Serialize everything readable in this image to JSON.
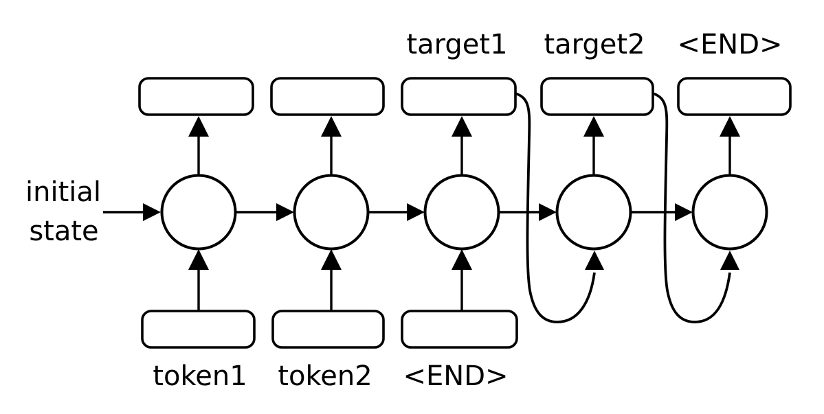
{
  "colors": {
    "background": "#ffffff",
    "stroke": "#000000",
    "text": "#000000"
  },
  "labels": {
    "initial_state_line1": "initial",
    "initial_state_line2": "state",
    "output_label_1": "target1",
    "output_label_2": "target2",
    "output_label_3": "<END>",
    "input_label_1": "token1",
    "input_label_2": "token2",
    "input_label_3": "<END>"
  },
  "structure": {
    "type": "unrolled-rnn-sequence-diagram",
    "cell_count": 5,
    "input_box_count": 3,
    "output_box_count": 5,
    "inputs": [
      "token1",
      "token2",
      "<END>"
    ],
    "labeled_outputs": [
      "target1",
      "target2",
      "<END>"
    ],
    "initial_state_feeds": "cell-1",
    "recurrent_chain": [
      "cell-1",
      "cell-2",
      "cell-3",
      "cell-4",
      "cell-5"
    ],
    "feedback_connections": [
      {
        "from_output_box": 3,
        "to_cell_input": 4
      },
      {
        "from_output_box": 4,
        "to_cell_input": 5
      }
    ]
  }
}
